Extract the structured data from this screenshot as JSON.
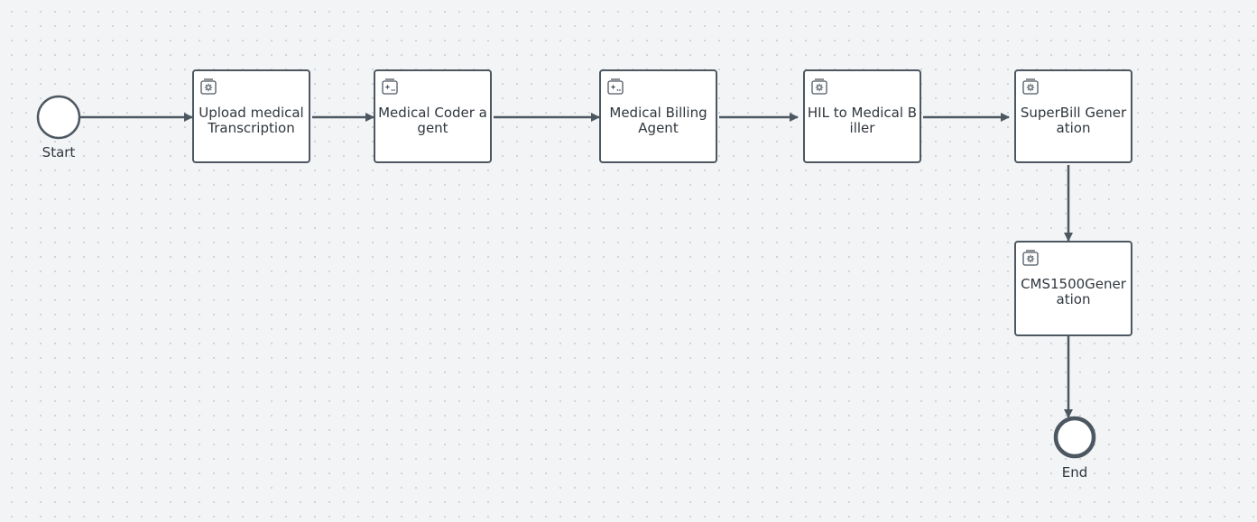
{
  "diagram": {
    "start_label": "Start",
    "end_label": "End",
    "tasks": [
      {
        "label": "Upload medical Transcription",
        "icon": "service-task-gear-icon"
      },
      {
        "label": "Medical Coder agent",
        "icon": "agent-task-sparkle-icon"
      },
      {
        "label": "Medical Billing Agent",
        "icon": "agent-task-sparkle-icon"
      },
      {
        "label": "HIL to Medical Biller",
        "icon": "service-task-gear-icon"
      },
      {
        "label": "SuperBill Generation",
        "icon": "service-task-gear-icon"
      },
      {
        "label": "CMS1500Generation",
        "icon": "service-task-gear-icon"
      }
    ]
  },
  "colors": {
    "canvas_background": "#f3f4f6",
    "stroke": "#4d5761",
    "task_fill": "#ffffff",
    "text": "#2f363d"
  }
}
